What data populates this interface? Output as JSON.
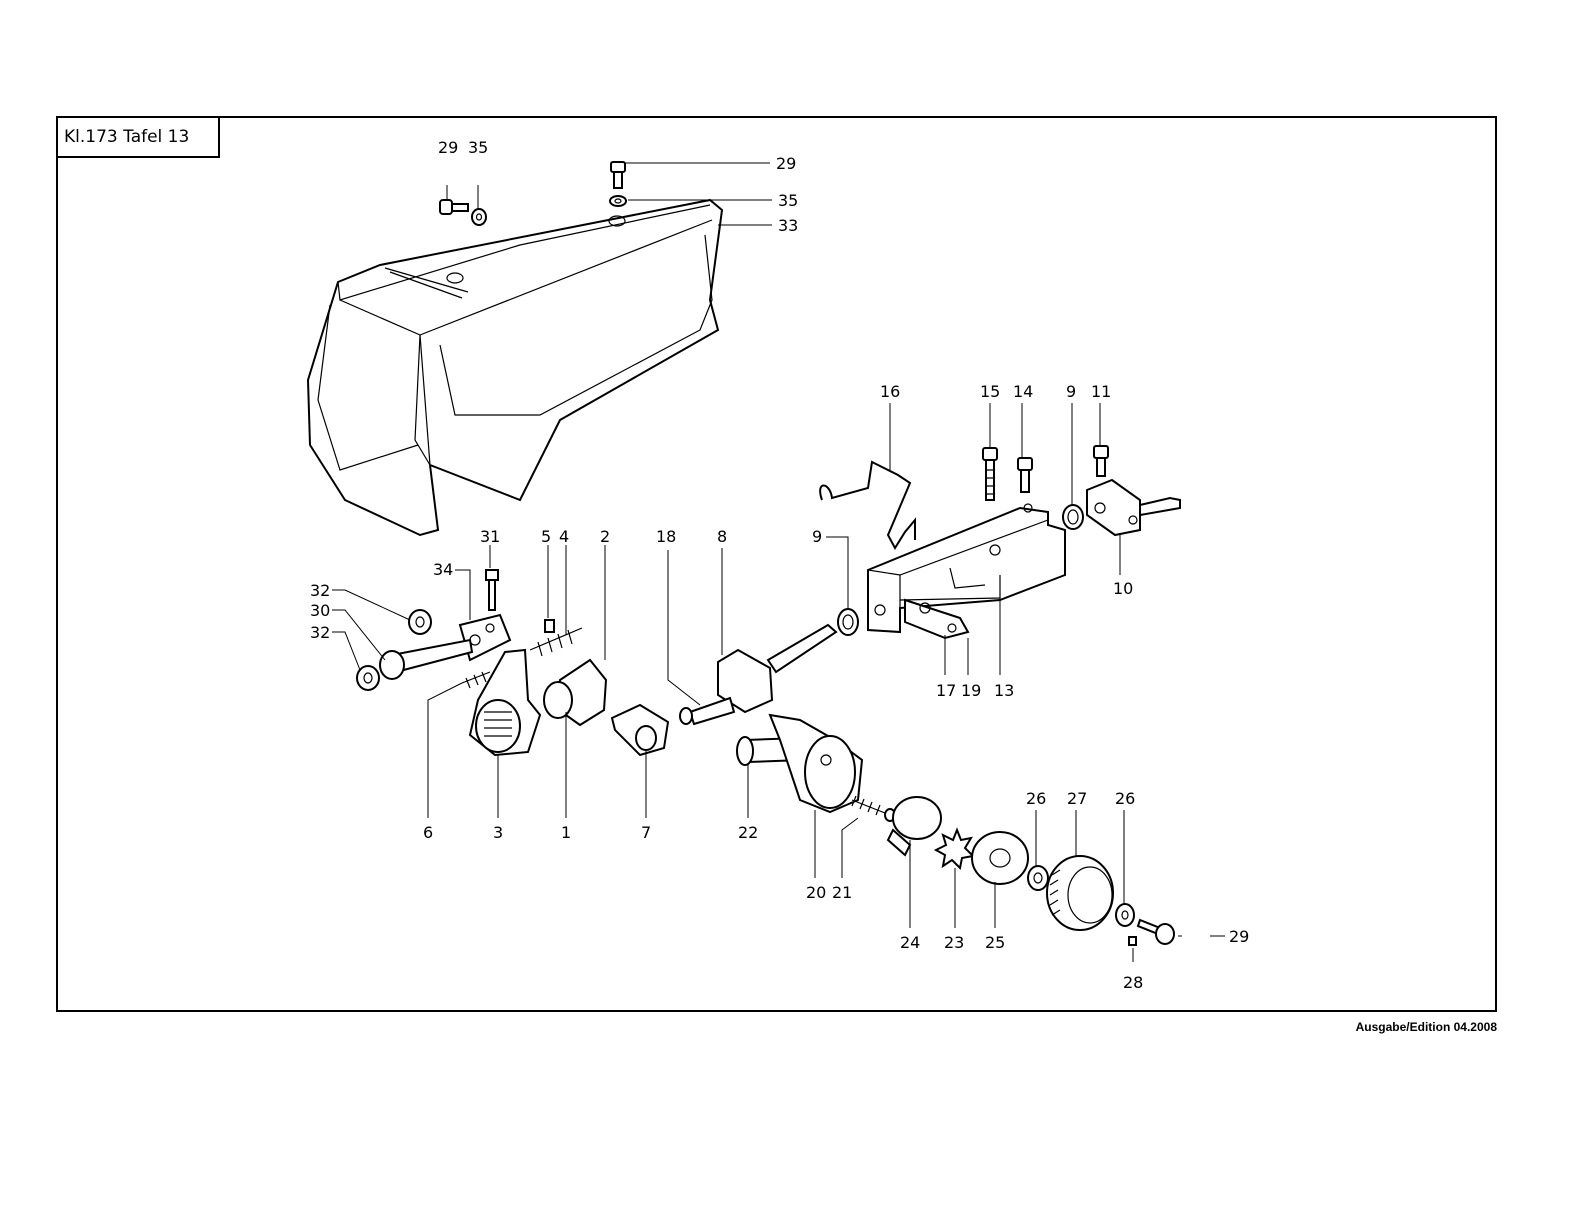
{
  "header": {
    "title": "Kl.173   Tafel 13"
  },
  "footer": {
    "edition": "Ausgabe/Edition 04.2008"
  },
  "callouts": [
    {
      "id": "c29a",
      "label": "29"
    },
    {
      "id": "c35a",
      "label": "35"
    },
    {
      "id": "c29b",
      "label": "29"
    },
    {
      "id": "c35b",
      "label": "35"
    },
    {
      "id": "c33",
      "label": "33"
    },
    {
      "id": "c16",
      "label": "16"
    },
    {
      "id": "c15",
      "label": "15"
    },
    {
      "id": "c14",
      "label": "14"
    },
    {
      "id": "c9a",
      "label": "9"
    },
    {
      "id": "c11",
      "label": "11"
    },
    {
      "id": "c10",
      "label": "10"
    },
    {
      "id": "c31",
      "label": "31"
    },
    {
      "id": "c5",
      "label": "5"
    },
    {
      "id": "c4",
      "label": "4"
    },
    {
      "id": "c2",
      "label": "2"
    },
    {
      "id": "c18",
      "label": "18"
    },
    {
      "id": "c8",
      "label": "8"
    },
    {
      "id": "c9b",
      "label": "9"
    },
    {
      "id": "c34",
      "label": "34"
    },
    {
      "id": "c32a",
      "label": "32"
    },
    {
      "id": "c30",
      "label": "30"
    },
    {
      "id": "c32b",
      "label": "32"
    },
    {
      "id": "c17",
      "label": "17"
    },
    {
      "id": "c19",
      "label": "19"
    },
    {
      "id": "c13",
      "label": "13"
    },
    {
      "id": "c6",
      "label": "6"
    },
    {
      "id": "c3",
      "label": "3"
    },
    {
      "id": "c1",
      "label": "1"
    },
    {
      "id": "c7",
      "label": "7"
    },
    {
      "id": "c22",
      "label": "22"
    },
    {
      "id": "c26a",
      "label": "26"
    },
    {
      "id": "c27",
      "label": "27"
    },
    {
      "id": "c26b",
      "label": "26"
    },
    {
      "id": "c20",
      "label": "20"
    },
    {
      "id": "c21",
      "label": "21"
    },
    {
      "id": "c24",
      "label": "24"
    },
    {
      "id": "c23",
      "label": "23"
    },
    {
      "id": "c25",
      "label": "25"
    },
    {
      "id": "c29c",
      "label": "29"
    },
    {
      "id": "c28",
      "label": "28"
    }
  ]
}
